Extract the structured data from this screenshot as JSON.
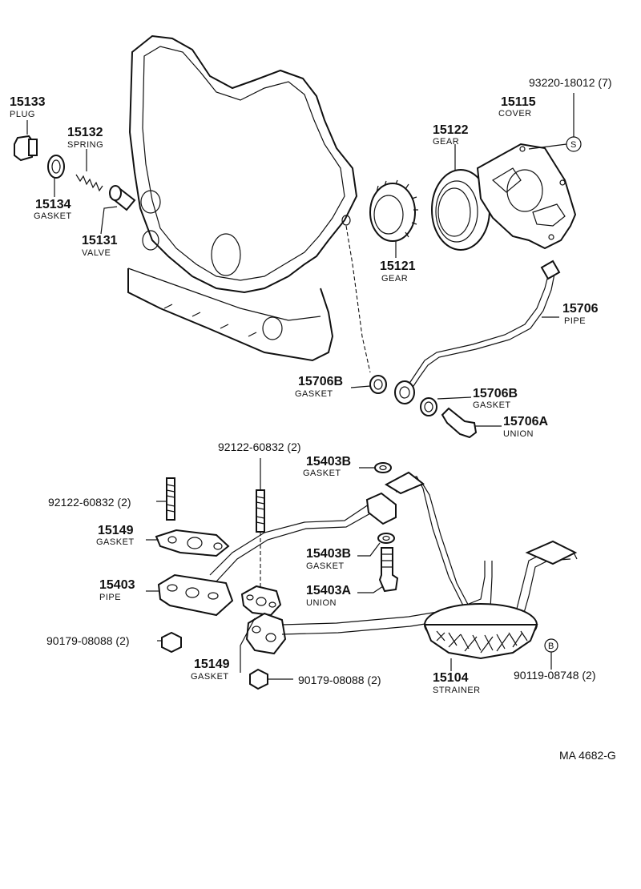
{
  "parts": {
    "p15133": {
      "num": "15133",
      "desc": "PLUG"
    },
    "p15132": {
      "num": "15132",
      "desc": "SPRING"
    },
    "p15134": {
      "num": "15134",
      "desc": "GASKET"
    },
    "p15131": {
      "num": "15131",
      "desc": "VALVE"
    },
    "p93220": {
      "num": "93220-18012 (7)"
    },
    "p15115": {
      "num": "15115",
      "desc": "COVER"
    },
    "p15122": {
      "num": "15122",
      "desc": "GEAR"
    },
    "p15121": {
      "num": "15121",
      "desc": "GEAR"
    },
    "p15706": {
      "num": "15706",
      "desc": "PIPE"
    },
    "p15706B_left": {
      "num": "15706B",
      "desc": "GASKET"
    },
    "p15706B_right": {
      "num": "15706B",
      "desc": "GASKET"
    },
    "p15706A": {
      "num": "15706A",
      "desc": "UNION"
    },
    "p92122_top": {
      "num": "92122-60832 (2)"
    },
    "p92122_left": {
      "num": "92122-60832 (2)"
    },
    "p15403B_top": {
      "num": "15403B",
      "desc": "GASKET"
    },
    "p15149_top": {
      "num": "15149",
      "desc": "GASKET"
    },
    "p15403B_mid": {
      "num": "15403B",
      "desc": "GASKET"
    },
    "p15403": {
      "num": "15403",
      "desc": "PIPE"
    },
    "p15403A": {
      "num": "15403A",
      "desc": "UNION"
    },
    "p90179_left": {
      "num": "90179-08088 (2)"
    },
    "p15149_bottom": {
      "num": "15149",
      "desc": "GASKET"
    },
    "p90179_bottom": {
      "num": "90179-08088 (2)"
    },
    "p15104": {
      "num": "15104",
      "desc": "STRAINER"
    },
    "p90119": {
      "num": "90119-08748 (2)"
    }
  },
  "markers": {
    "s": "S",
    "b": "B"
  },
  "figure_code": "MA  4682-G"
}
